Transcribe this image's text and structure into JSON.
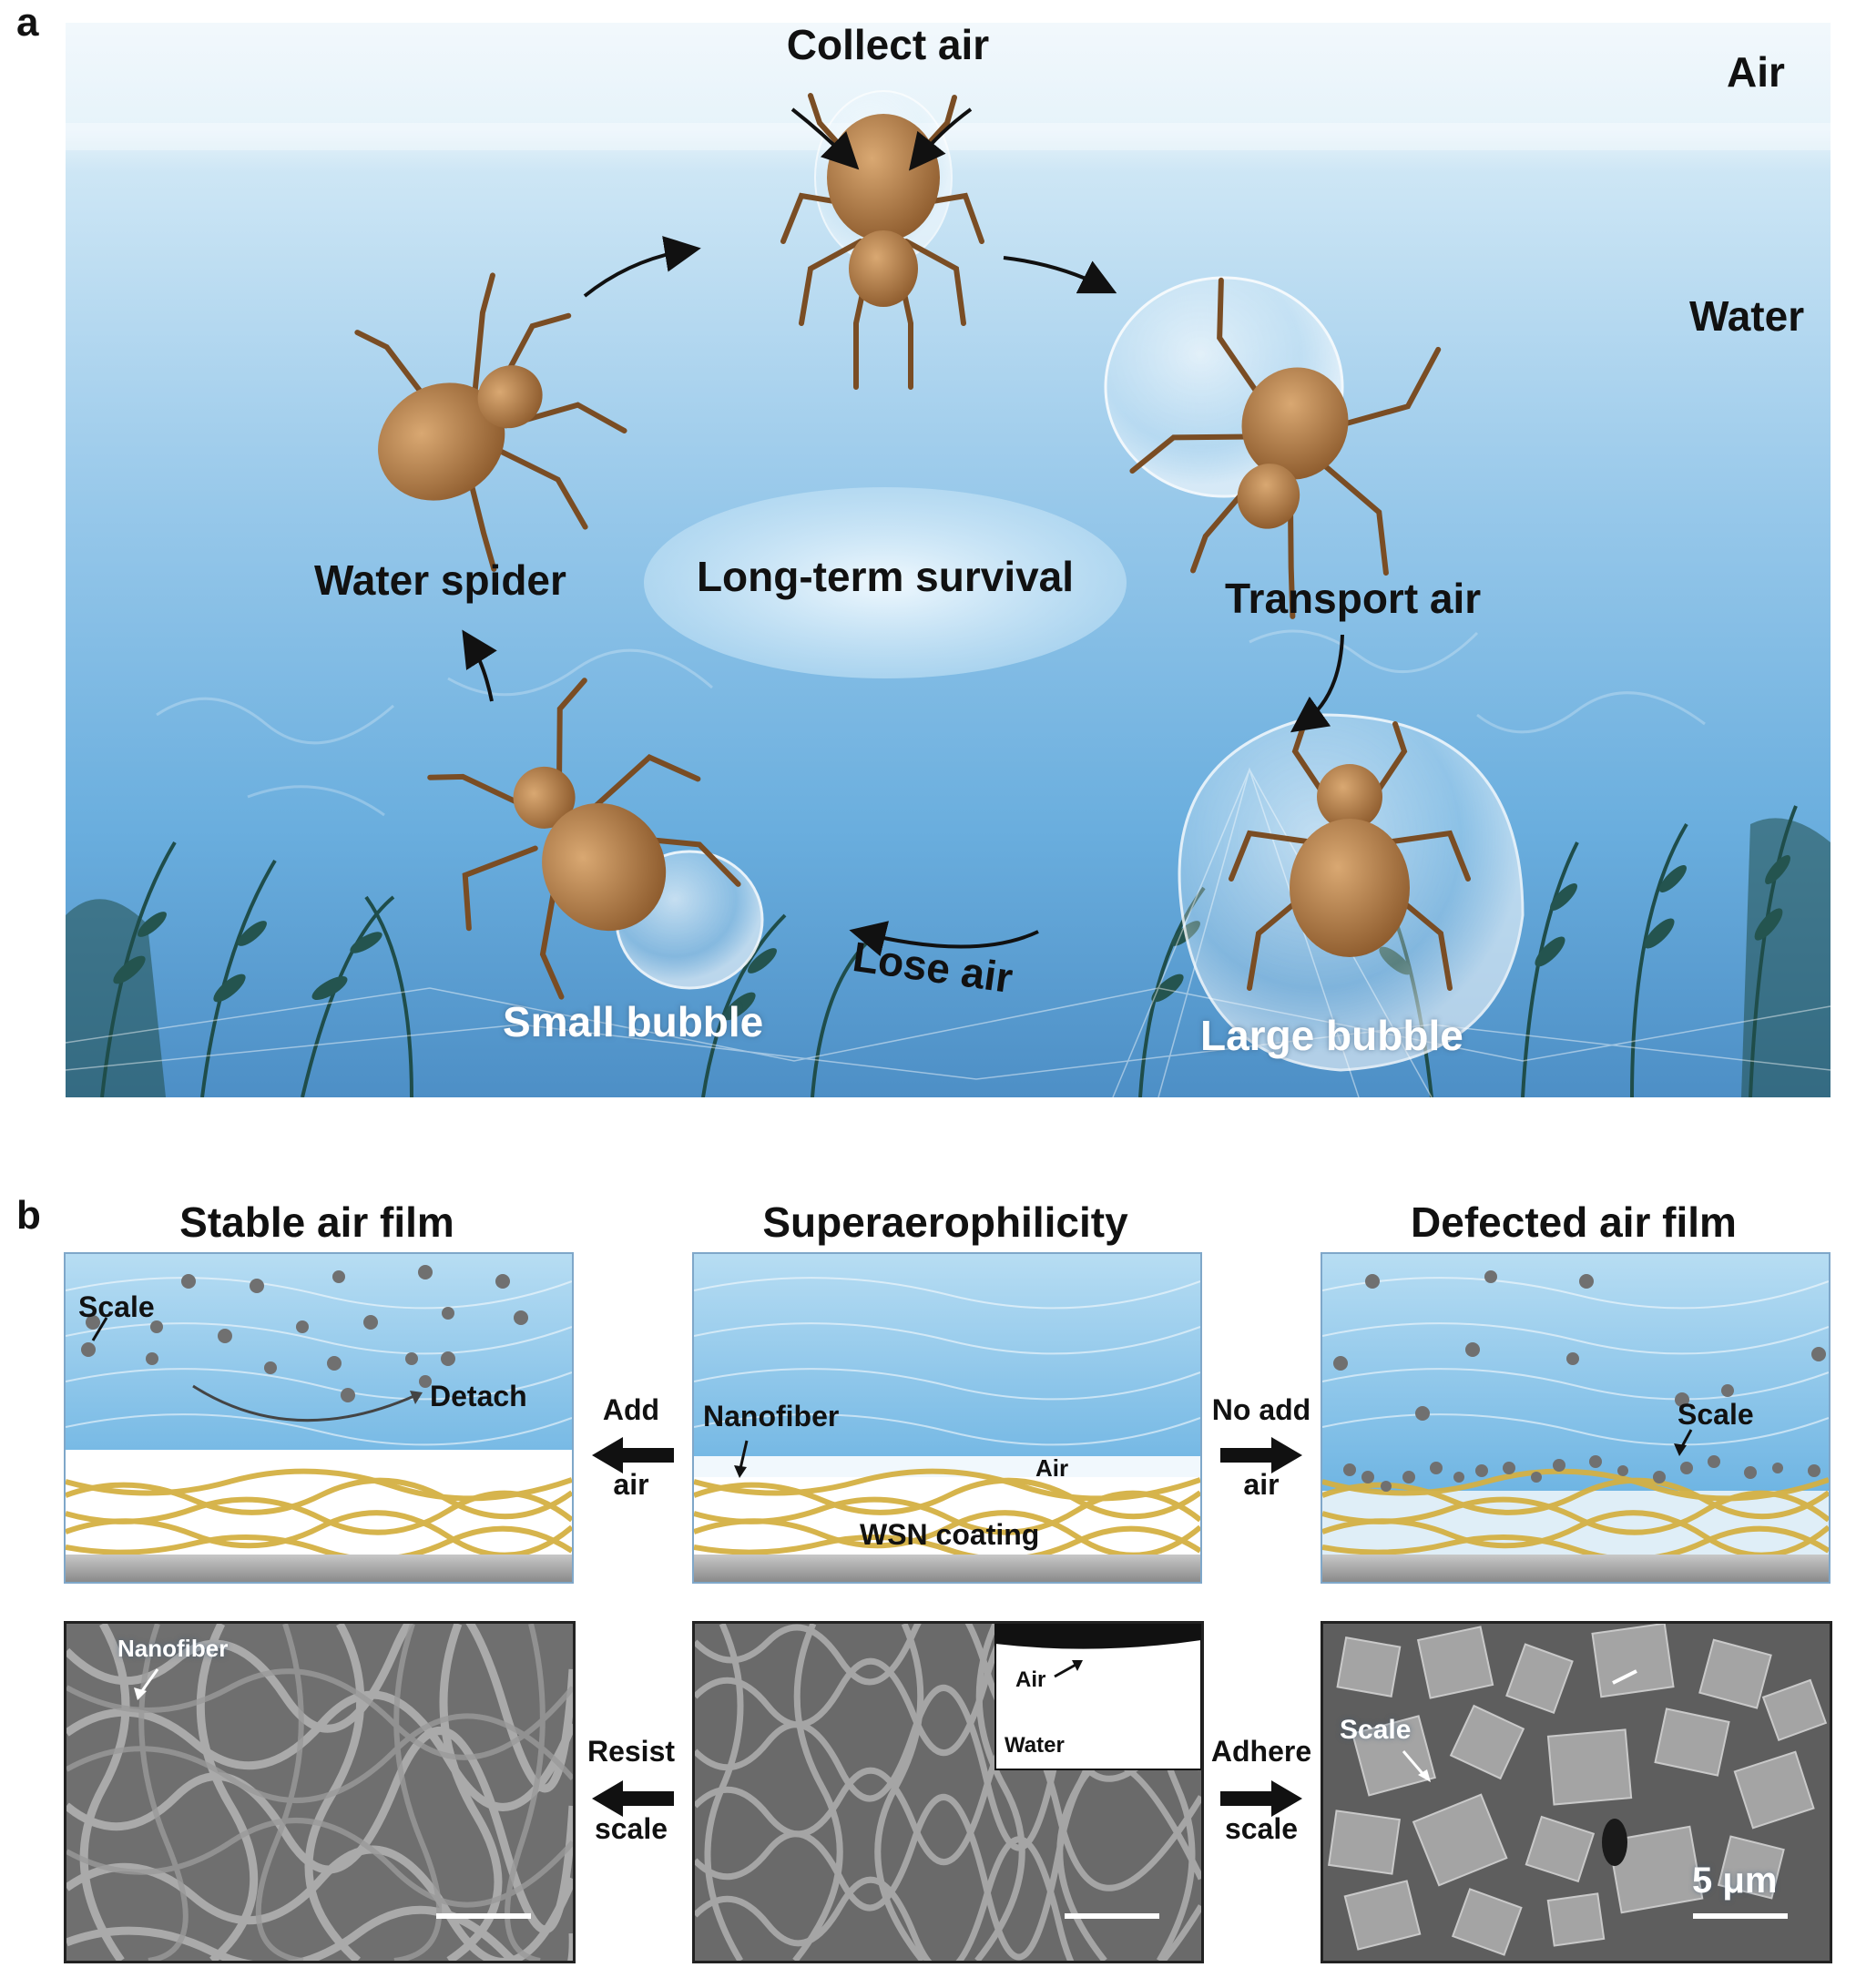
{
  "panel_a": {
    "letter": "a",
    "labels": {
      "collect_air": "Collect air",
      "air": "Air",
      "water": "Water",
      "water_spider": "Water spider",
      "long_term_survival": "Long-term survival",
      "transport_air": "Transport air",
      "lose_air": "Lose air",
      "small_bubble": "Small bubble",
      "large_bubble": "Large bubble"
    }
  },
  "panel_b": {
    "letter": "b",
    "titles": {
      "left": "Stable air film",
      "center": "Superaerophilicity",
      "right": "Defected air film"
    },
    "top_left": {
      "scale": "Scale",
      "detach": "Detach"
    },
    "top_center": {
      "nanofiber": "Nanofiber",
      "air": "Air",
      "coating": "WSN coating"
    },
    "top_right": {
      "scale": "Scale"
    },
    "arrows": {
      "add_air_1": "Add",
      "add_air_2": "air",
      "no_add_air_1": "No add",
      "no_add_air_2": "air",
      "resist_1": "Resist",
      "resist_2": "scale",
      "adhere_1": "Adhere",
      "adhere_2": "scale"
    },
    "sem_left": {
      "nanofiber": "Nanofiber"
    },
    "sem_center_inset": {
      "air": "Air",
      "water": "Water"
    },
    "sem_right": {
      "scale": "Scale",
      "scale_bar": "5 μm"
    }
  },
  "colors": {
    "sky_water_top": "#eaf6fc",
    "water_mid": "#9ccbea",
    "water_deep": "#4f97cf",
    "spider": "#b07a45",
    "plant": "#1f4d4a",
    "fiber": "#d9b84a",
    "substrate": "#a9a9a9",
    "scale_particle": "#707070"
  }
}
